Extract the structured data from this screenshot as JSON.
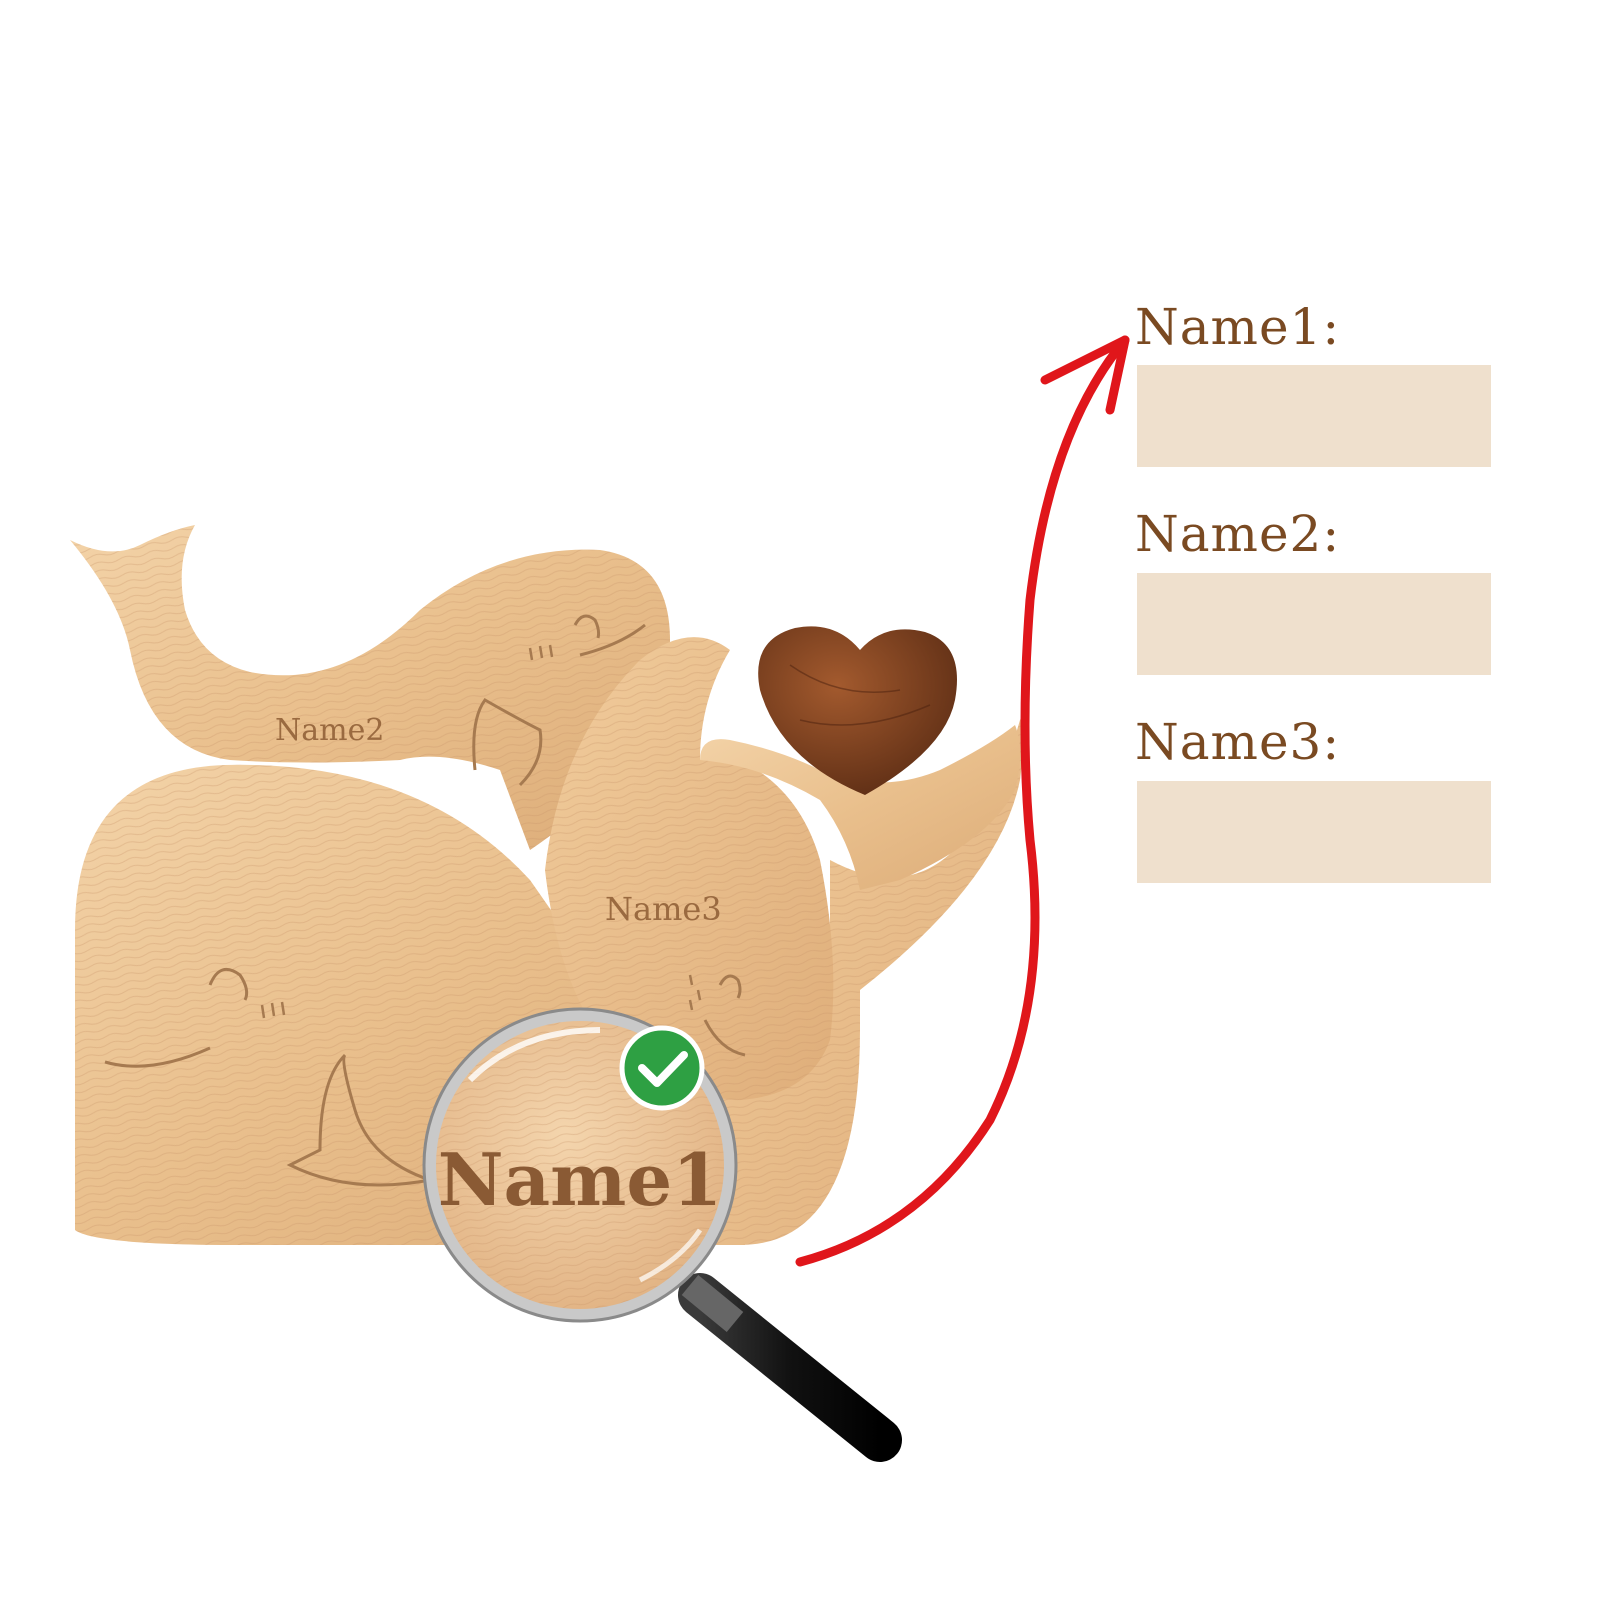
{
  "product": {
    "engravings": {
      "whale_top": "Name2",
      "whale_small": "Name3",
      "whale_big_magnified": "Name1"
    },
    "colors": {
      "wood_light": "#f0cc9e",
      "wood_mid": "#deae7a",
      "engrave_line": "#a67a50",
      "heart": "#7a3e1e",
      "check_badge": "#2ea043"
    }
  },
  "form": {
    "fields": [
      {
        "label": "Name1:",
        "value": ""
      },
      {
        "label": "Name2:",
        "value": ""
      },
      {
        "label": "Name3:",
        "value": ""
      }
    ],
    "field_fill": "#efe0cd",
    "label_color": "#7a4a22"
  },
  "annotation": {
    "arrow_color": "#e0161b",
    "magnifier_icon": "magnifying-glass-icon",
    "badge_icon": "check-icon"
  }
}
